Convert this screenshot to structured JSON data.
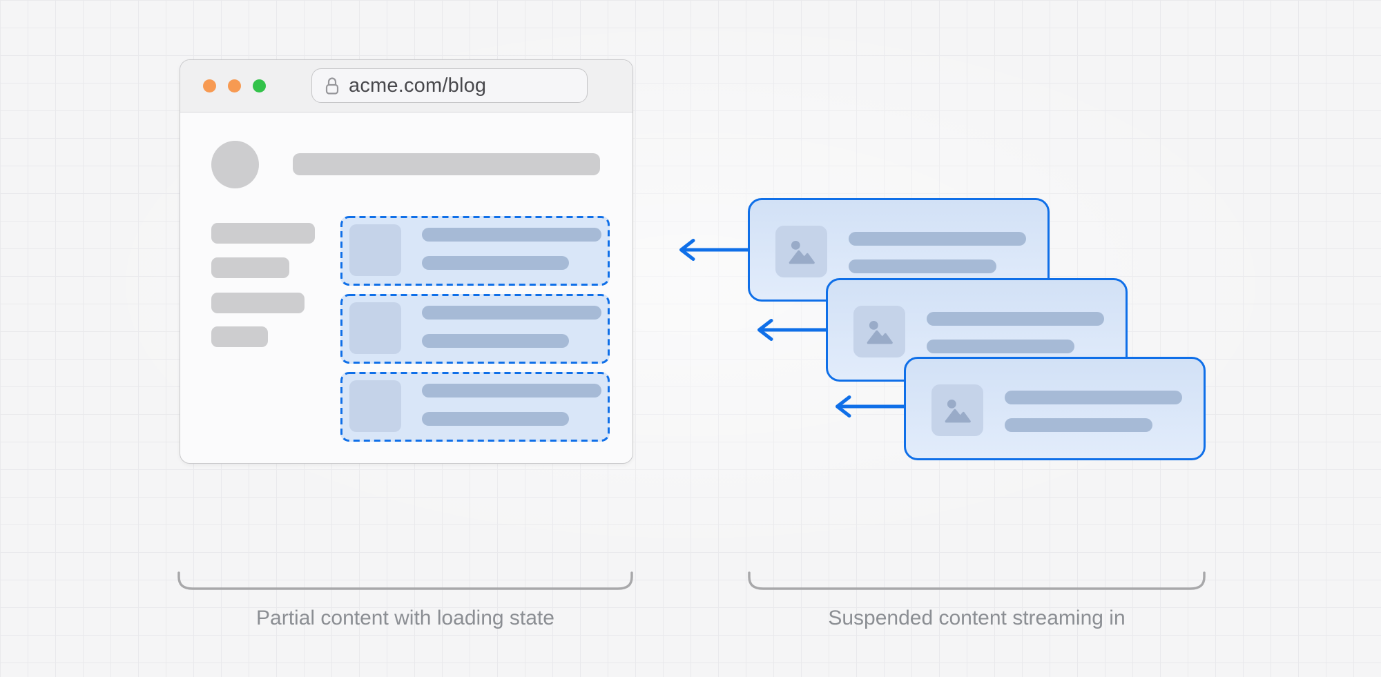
{
  "browser": {
    "url": "acme.com/blog",
    "window_buttons": 3
  },
  "captions": {
    "left": "Partial content with loading state",
    "right": "Suspended content streaming in"
  },
  "diagram": {
    "suspense_placeholder_count": 3,
    "streaming_card_count": 3,
    "sidebar_skeleton_bar_count": 4,
    "arrow_direction": "left"
  },
  "icons": {
    "url_lock": "lock-icon",
    "card_thumbnail": "photo-image-icon",
    "stream": "arrow-left-icon"
  },
  "colors": {
    "accent": "#0f6fe8",
    "dashed_fill": "#d9e6f8",
    "card_fill_top": "#d2e1f6",
    "card_fill_bottom": "#e2ecfb",
    "placeholder_fill": "#c5d3e9",
    "placeholder_glyph": "#99abc8",
    "blue_bar": "#a6bad6",
    "skeleton": "#cdcdcf",
    "traffic_1": "#f79a52",
    "traffic_2": "#f79a52",
    "traffic_3": "#33c24a",
    "bracket": "#a8a8aa",
    "label_text": "#8b8e93",
    "url_text": "#48484c",
    "page_bg": "#f5f5f6",
    "grid_line": "#e9e9ec",
    "window_bg": "#fbfbfc",
    "window_border": "#c9c9cb",
    "titlebar_bg": "#f0f0f1",
    "titlebar_border": "#d8d8da",
    "urlbar_bg": "#f6f6f8",
    "urlbar_border": "#c6c6c8",
    "lock": "#96969a"
  }
}
